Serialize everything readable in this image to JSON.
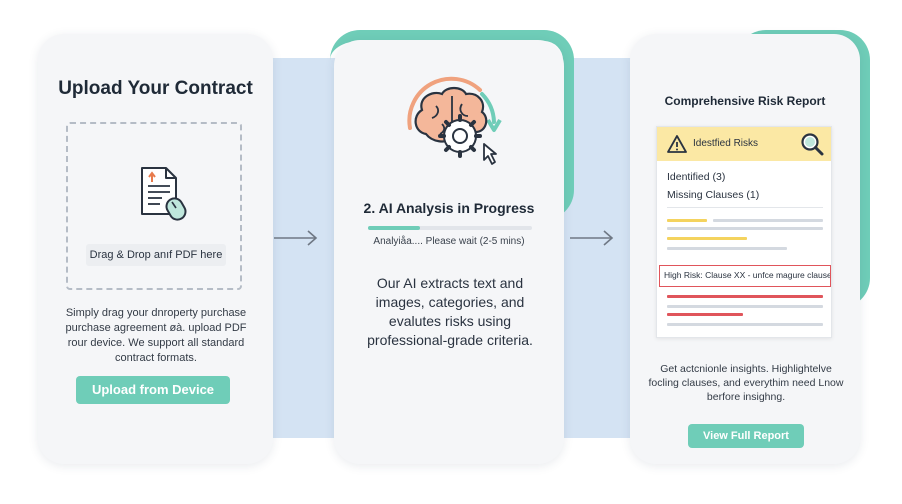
{
  "step_upload": {
    "title": "Upload Your Contract",
    "dropzone_label": "Drag & Drop anıf PDF here",
    "description": "Simply drag your dnroperty purchase purchase agreement øà. upload PDF rour device. We support all standard contract formats.",
    "button_label": "Upload from Device"
  },
  "step_analysis": {
    "title": "2. AI Analysis in Progress",
    "progress_text": "Analyiåa.... Please wait (2-5 mins)",
    "progress_fraction": 0.32,
    "description": "Our AI extracts text and images, categories, and evalutes risks using professional-grade criteria."
  },
  "step_report": {
    "title": "Comprehensive Risk Report",
    "panel_header": "Idestfied Risks",
    "stats": [
      "Identified (3)",
      "Missing Clauses (1)"
    ],
    "highlight_text": "High Risk: Clause XX - unfce magure clause",
    "description": "Get actcnionle insights. Highlightelve focling clauses, and everythim need Lnow berfore insighng.",
    "button_label": "View Full Report"
  },
  "colors": {
    "accent": "#6fcdb8",
    "band": "#d4e3f3",
    "risk_red": "#e0555b",
    "warning_yellow": "#fbe8a4",
    "brain_orange": "#f0a27e"
  },
  "icons": [
    "contract-document-icon",
    "mouse-icon",
    "brain-gear-icon",
    "cursor-icon",
    "arrow-right-icon",
    "warning-triangle-icon",
    "magnifier-icon"
  ]
}
